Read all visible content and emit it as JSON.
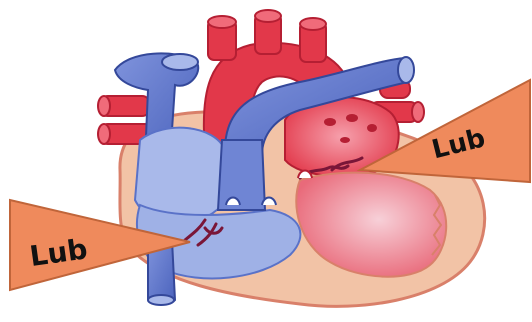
{
  "labels": {
    "left_callout": "Lub",
    "right_callout": "Lub"
  },
  "colors": {
    "oxygenated": "#e2384a",
    "oxygenated_light": "#f07c8a",
    "deoxygenated": "#5a72c8",
    "deoxygenated_light": "#a9b9ea",
    "heart_wall": "#f2c3a6",
    "heart_wall_outline": "#d9806a",
    "callout_fill": "#ef8a5c",
    "valve": "#7a1638"
  },
  "icons": {
    "figure": "heart-cross-section-illustration"
  }
}
